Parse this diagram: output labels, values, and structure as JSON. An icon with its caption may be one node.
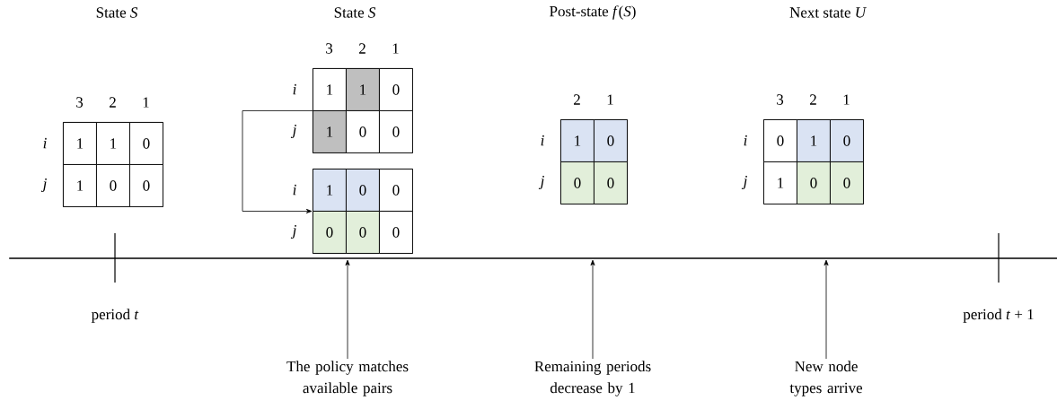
{
  "diagram": {
    "nodes": [
      {
        "text": [
          "3",
          "2",
          "1",
          "i",
          "1",
          "1",
          "0",
          "j",
          "1",
          "0",
          "0"
        ]
      },
      {
        "text": [
          "3",
          "2",
          "1",
          "i",
          "1",
          "1",
          "0",
          "j",
          "1",
          "0",
          "0"
        ]
      },
      {
        "text": [
          "i",
          "1",
          "0",
          "0",
          "j",
          "0",
          "0",
          "0"
        ]
      },
      {
        "text": [
          "2",
          "1",
          "i",
          "1",
          "0",
          "j",
          "0",
          "0"
        ]
      },
      {
        "text": [
          "3",
          "2",
          "1",
          "i",
          "0",
          "1",
          "0",
          "j",
          "1",
          "0",
          "0"
        ]
      },
      {
        "text": [
          "The policy matches available pairs"
        ]
      },
      {
        "text": [
          "Remaining periods decrease by 1"
        ]
      },
      {
        "text": [
          "New node types arrive"
        ]
      },
      {
        "text": [],
        "shape": "bar"
      }
    ],
    "edges": [
      {
        "from": 1,
        "to": 2,
        "arrow": "to"
      },
      {
        "from": 5,
        "to": 8,
        "arrow": "to"
      },
      {
        "from": 6,
        "to": 8,
        "arrow": "to"
      },
      {
        "from": 7,
        "to": 8,
        "arrow": "to"
      }
    ],
    "labels": [
      "State *S*",
      "State *S*",
      "Post-state *f*(*S*)",
      "Next state *U*",
      "period *t*",
      "period *t* + 1"
    ]
  }
}
